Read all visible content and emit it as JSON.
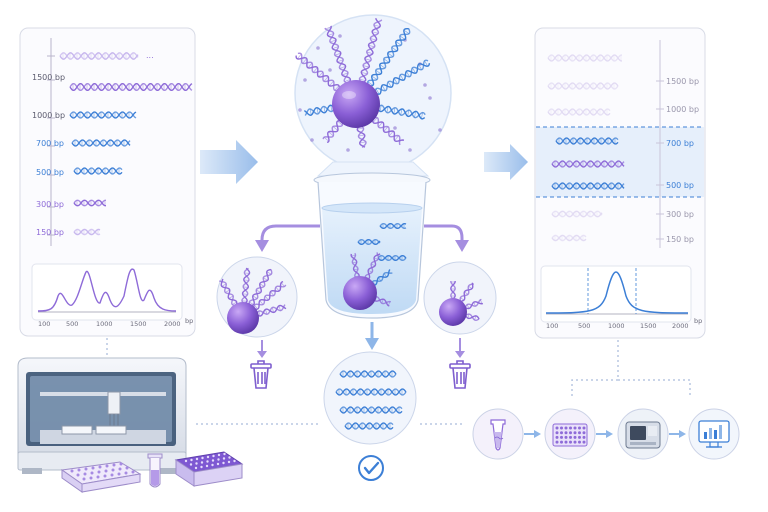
{
  "left_panel": {
    "ladder_labels": [
      "1500 bp",
      "1000 bp",
      "700 bp",
      "500 bp",
      "300 bp",
      "150 bp"
    ],
    "ellipsis": "...",
    "trace_ticks": [
      "100",
      "500",
      "1000",
      "1500",
      "2000"
    ],
    "trace_unit": "bp"
  },
  "right_panel": {
    "ladder_labels": [
      "1500 bp",
      "1000 bp",
      "700 bp",
      "500 bp",
      "300 bp",
      "150 bp"
    ],
    "trace_ticks": [
      "100",
      "500",
      "1000",
      "1500",
      "2000"
    ],
    "trace_unit": "bp"
  },
  "colors": {
    "purple": "#8e6bd8",
    "purple_light": "#c8b8ee",
    "blue": "#3c7fd6",
    "blue_light": "#a8c8f0",
    "panel_border": "#d8dbe6",
    "selection_fill": "#e6effb",
    "selection_stroke": "#3c7fd6",
    "bead": "#8a5fd6"
  },
  "icons": [
    "right-arrow-icon",
    "trash-icon",
    "checkmark-icon",
    "tube-icon",
    "plate-icon",
    "sequencer-icon",
    "monitor-chart-icon",
    "liquid-handler-robot"
  ]
}
